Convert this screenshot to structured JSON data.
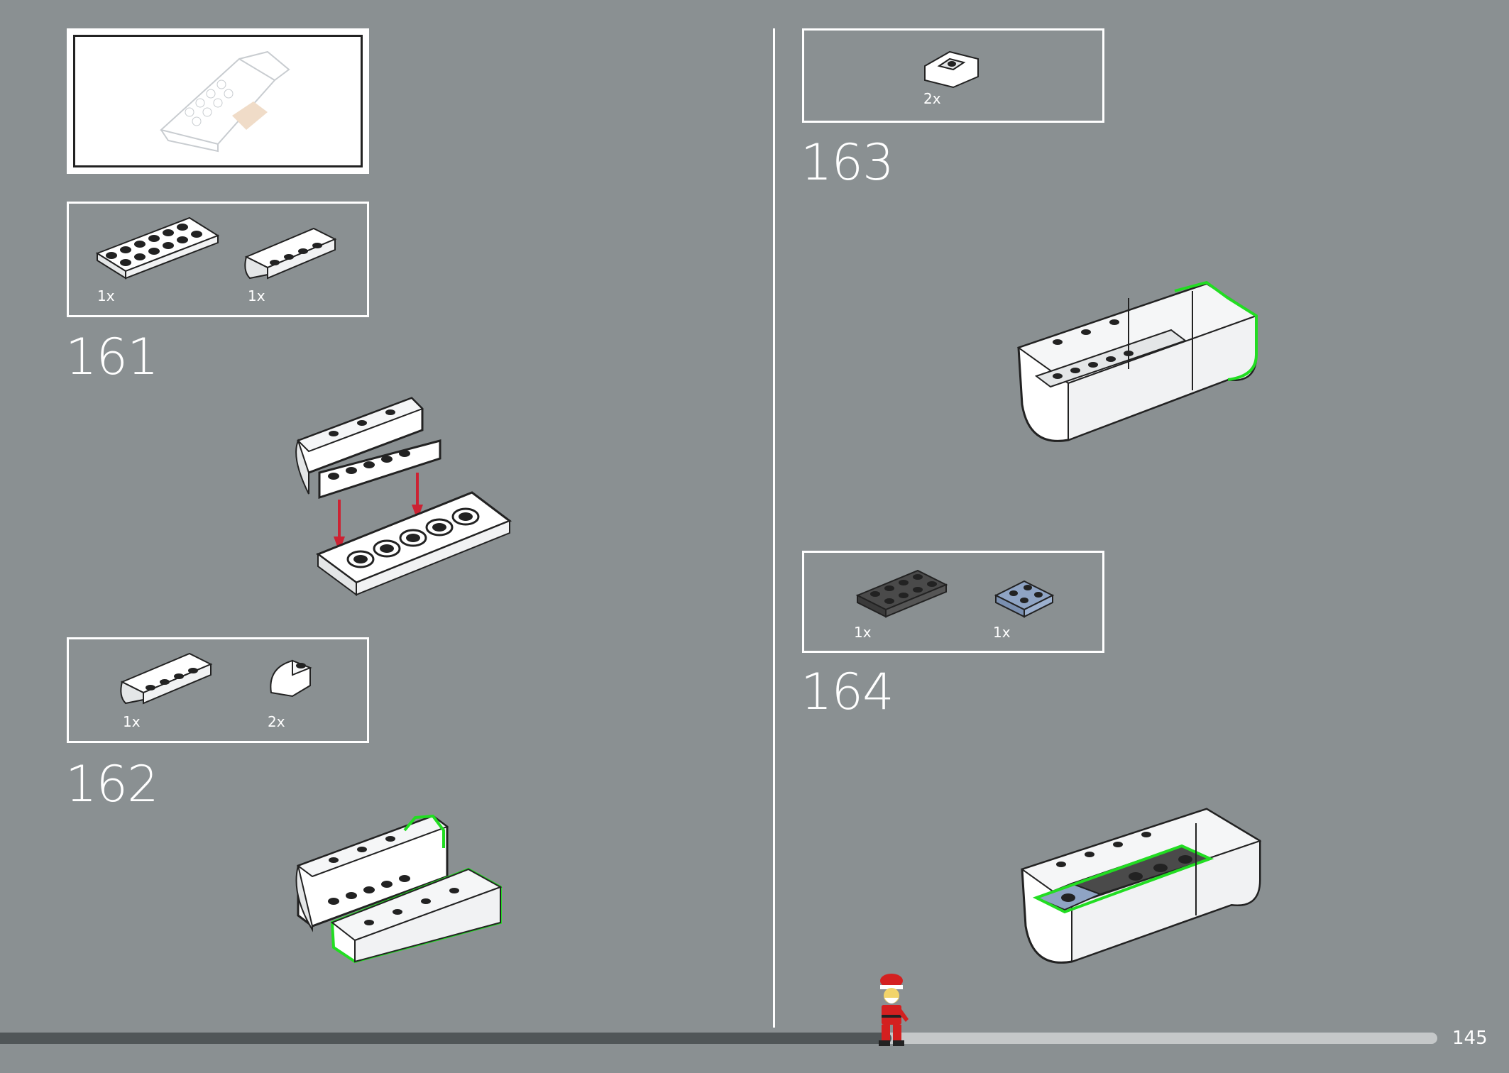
{
  "page_number": "145",
  "progress": 0.62,
  "steps": [
    {
      "number": "161",
      "parts": [
        {
          "qty": "1x"
        },
        {
          "qty": "1x"
        }
      ]
    },
    {
      "number": "162",
      "parts": [
        {
          "qty": "1x"
        },
        {
          "qty": "2x"
        }
      ]
    },
    {
      "number": "163",
      "parts": [
        {
          "qty": "2x"
        }
      ]
    },
    {
      "number": "164",
      "parts": [
        {
          "qty": "1x"
        },
        {
          "qty": "1x"
        }
      ]
    }
  ],
  "colors": {
    "background": "#8a9092",
    "highlight": "#22dd22",
    "arrow": "#cc2233",
    "dark_plate": "#4a4a4a",
    "blue_plate": "#8fa4c4"
  }
}
